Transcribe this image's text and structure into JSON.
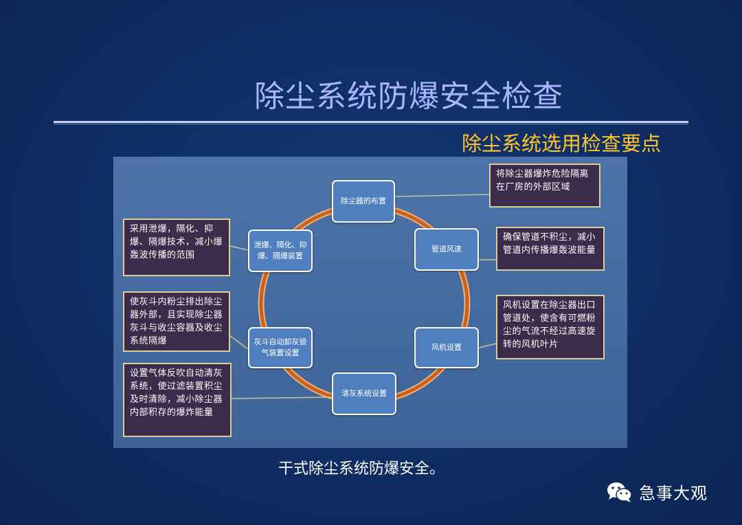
{
  "title": "除尘系统防爆安全检查",
  "subtitle": "除尘系统选用检查要点",
  "nodes": {
    "n1": "除尘器的布置",
    "n2": "管道风速",
    "n3": "风机设置",
    "n4": "清灰系统设置",
    "n5": "灰斗自动卸灰锁气装置设置",
    "n6": "泄爆、隔化、抑爆、隔爆装置"
  },
  "notes": {
    "t1": "将除尘器爆炸危险隔离在厂房的外部区域",
    "t2": "确保管道不积尘，减小管道内传播爆轰波能量",
    "t3": "风机设置在除尘器出口管道处，使含有可燃粉尘的气流不经过高速旋转的风机叶片",
    "t4": "设置气体反吹自动清灰系统，使过滤装置积尘及时清除，减小除尘器内部积存的爆炸能量",
    "t5": "使灰斗内粉尘排出除尘器外部，且实现除尘器灰斗与收尘容器及收尘系统隔爆",
    "t6": "采用泄爆，隔化、抑爆、隔爆技术，减小爆轰波传播的范围"
  },
  "caption": "干式除尘系统防爆安全。",
  "brand": {
    "name": "急事大观",
    "icon": "wechat-icon"
  },
  "colors": {
    "background": "#0e2c62",
    "title": "#a9b6ff",
    "subtitle": "#ffc52a",
    "ring": "#e07a3a",
    "node": "#4f7fbf",
    "note": "#3c2b4a"
  }
}
